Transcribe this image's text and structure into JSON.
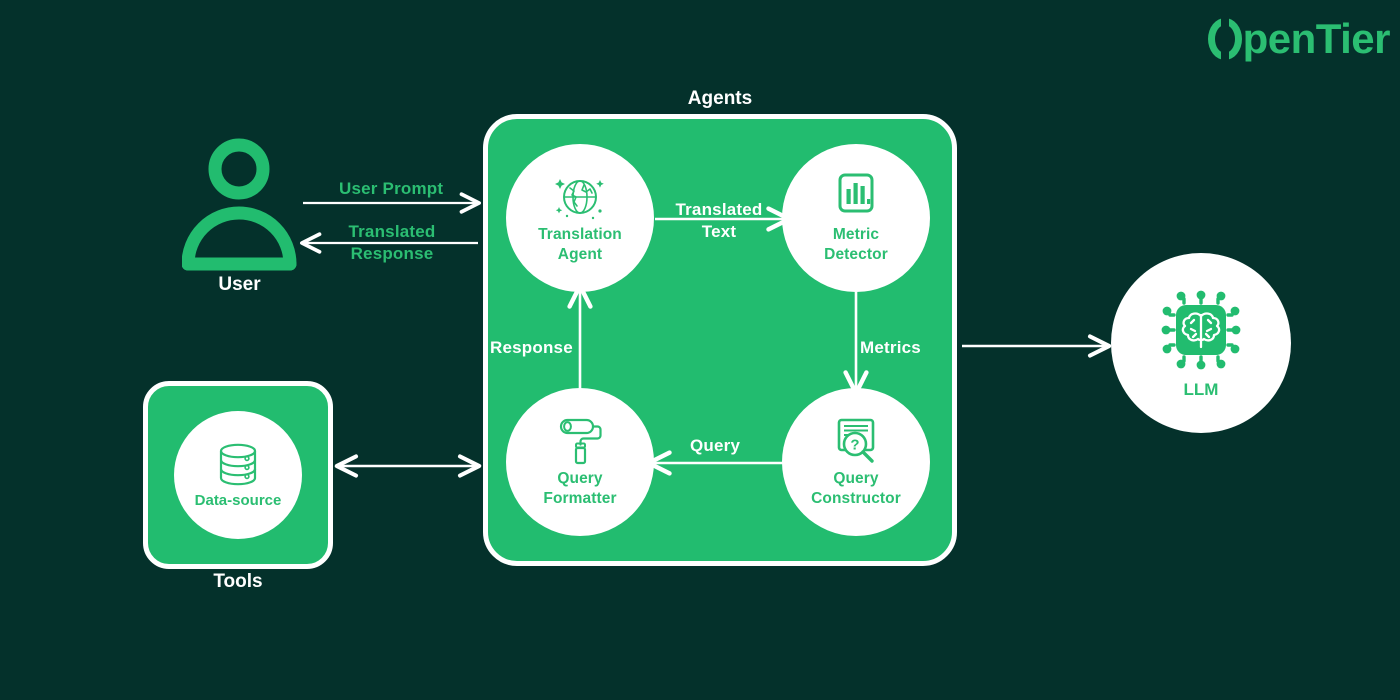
{
  "brand": {
    "logo_text": "penTier",
    "logo_initial": "O",
    "accent": "#2bbe72"
  },
  "canvas": {
    "background": "#04312b",
    "panel_green": "#22bc6f",
    "white": "#ffffff"
  },
  "actors": {
    "user": {
      "title": "User",
      "icon": "user-icon"
    },
    "llm": {
      "label": "LLM",
      "icon": "ai-chip-brain-icon"
    }
  },
  "tools": {
    "title": "Tools",
    "items": [
      {
        "label": "Data-source",
        "icon": "database-icon"
      }
    ]
  },
  "agents": {
    "title": "Agents",
    "nodes": [
      {
        "id": "translation",
        "label": "Translation\nAgent",
        "line1": "Translation",
        "line2": "Agent",
        "icon": "globe-sparkle-icon"
      },
      {
        "id": "metric",
        "label": "Metric\nDetector",
        "line1": "Metric",
        "line2": "Detector",
        "icon": "bar-chart-icon"
      },
      {
        "id": "formatter",
        "label": "Query\nFormatter",
        "line1": "Query",
        "line2": "Formatter",
        "icon": "paint-roller-icon"
      },
      {
        "id": "constructor",
        "label": "Query\nConstructor",
        "line1": "Query",
        "line2": "Constructor",
        "icon": "document-search-icon"
      }
    ]
  },
  "edges": [
    {
      "id": "user-prompt",
      "label": "User Prompt",
      "from": "user",
      "to": "agents",
      "color": "#2bbe72",
      "direction": "right"
    },
    {
      "id": "translated-response",
      "label_line1": "Translated",
      "label_line2": "Response",
      "from": "agents",
      "to": "user",
      "color": "#2bbe72",
      "direction": "left"
    },
    {
      "id": "translated-text",
      "label_line1": "Translated",
      "label_line2": "Text",
      "from": "translation",
      "to": "metric",
      "color": "#ffffff",
      "direction": "right"
    },
    {
      "id": "metrics",
      "label": "Metrics",
      "from": "metric",
      "to": "constructor",
      "color": "#ffffff",
      "direction": "down"
    },
    {
      "id": "query",
      "label": "Query",
      "from": "constructor",
      "to": "formatter",
      "color": "#ffffff",
      "direction": "left"
    },
    {
      "id": "response",
      "label": "Response",
      "from": "formatter",
      "to": "translation",
      "color": "#ffffff",
      "direction": "up"
    },
    {
      "id": "tools-agents",
      "label": "",
      "from": "tools",
      "to": "agents",
      "color": "#ffffff",
      "direction": "both"
    },
    {
      "id": "agents-llm",
      "label": "",
      "from": "agents",
      "to": "llm",
      "color": "#ffffff",
      "direction": "right"
    }
  ]
}
